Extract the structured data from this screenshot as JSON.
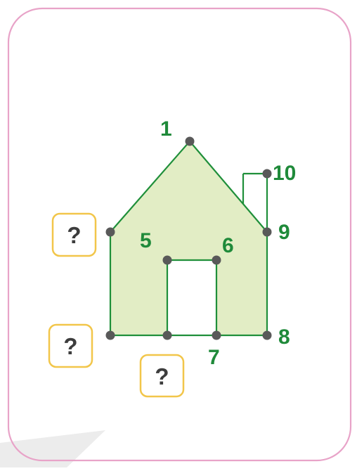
{
  "colors": {
    "frame": "#e8a3c8",
    "fill": "#e2edc5",
    "line": "#1f8f3a",
    "label": "#1f8a3a",
    "dot": "#595959",
    "box_border": "#f2c64a",
    "box_text": "#3d3d3d",
    "corner": "#ececec"
  },
  "labels": {
    "p1": "1",
    "p5": "5",
    "p6": "6",
    "p7": "7",
    "p8": "8",
    "p9": "9",
    "p10": "10"
  },
  "question_boxes": {
    "upper_left": "?",
    "lower_left": "?",
    "bottom": "?"
  }
}
